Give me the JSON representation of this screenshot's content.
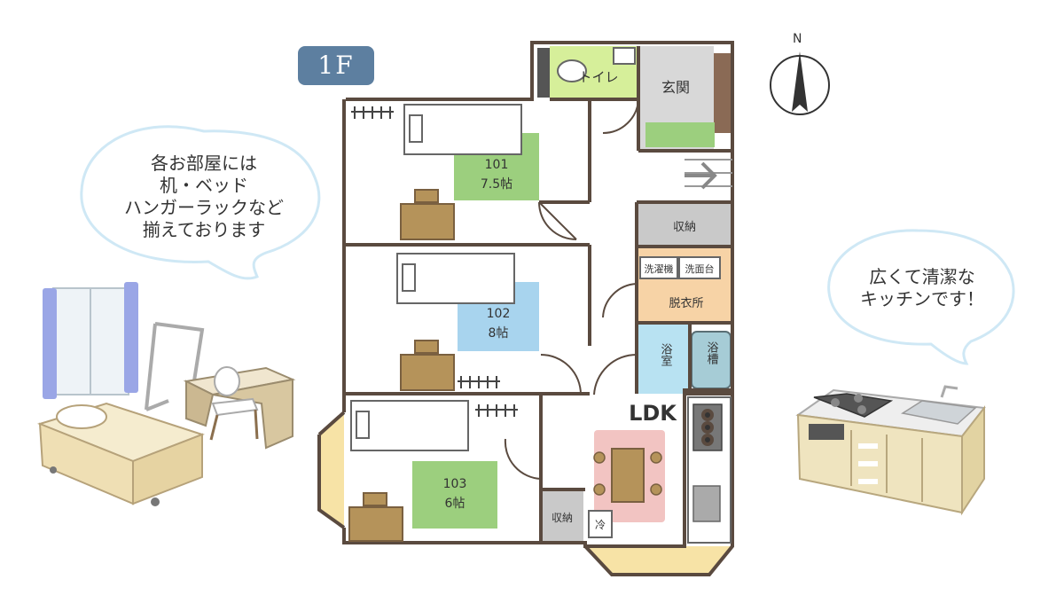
{
  "floor_label": "1F",
  "compass_label": "N",
  "bubble_left": {
    "lines": [
      "各お部屋には",
      "机・ベッド",
      "ハンガーラックなど",
      "揃えております"
    ]
  },
  "bubble_right": {
    "lines": [
      "広くて清潔な",
      "キッチンです！"
    ]
  },
  "rooms": {
    "toilet": "トイレ",
    "entrance": "玄関",
    "storage_upper": "収納",
    "washer": "洗濯機",
    "washbasin": "洗面台",
    "dressing": "脱衣所",
    "bathroom": "浴室",
    "bathtub": "浴槽",
    "ldk": "LDK",
    "storage_lower": "収納",
    "fridge": "冷",
    "r101_no": "101",
    "r101_size": "7.5帖",
    "r102_no": "102",
    "r102_size": "8帖",
    "r103_no": "103",
    "r103_size": "6帖"
  },
  "colors": {
    "wall": "#5a4a3f",
    "green_rug": "#9ccf7e",
    "blue_rug": "#a8d4ee",
    "pink_rug": "#f2c4c2",
    "toilet_bg": "#d6ef9a",
    "dressing_bg": "#f7d3a6",
    "bath_bg": "#b8e2f2",
    "storage_bg": "#c9c9c9",
    "desk": "#b5935a",
    "badge": "#5d7fa0",
    "bubble_stroke": "#cfe8f5"
  }
}
